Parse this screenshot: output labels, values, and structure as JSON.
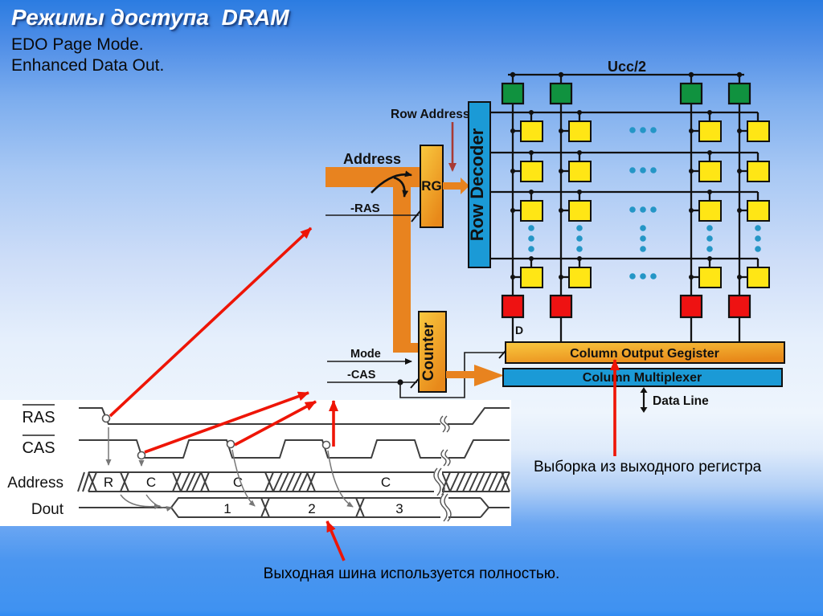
{
  "slide": {
    "title": "Режимы доступа  DRAM",
    "subtitle_line1": "EDO Page Mode.",
    "subtitle_line2": "Enhanced Data Out."
  },
  "diagram": {
    "row_address_label": "Row Address",
    "address_label": "Address",
    "ras_label": "-RAS",
    "rg_label": "RG",
    "row_decoder_label": "Row Decoder",
    "ucc_label": "Ucc/2",
    "mode_label": "Mode",
    "cas_label": "-CAS",
    "counter_label": "Counter",
    "d_label": "D",
    "column_output_register_label": "Column Output Gegister",
    "column_multiplexer_label": "Column Multiplexer",
    "data_line_label": "Data Line"
  },
  "timing": {
    "signals": [
      "RAS",
      "CAS",
      "Address",
      "Dout"
    ],
    "address_values": [
      "R",
      "C",
      "C",
      "C"
    ],
    "dout_values": [
      "1",
      "2",
      "3"
    ]
  },
  "annotations": {
    "output_register_note": "Выборка из выходного регистра",
    "output_bus_note": "Выходная шина используется полностью."
  },
  "colors": {
    "arrow_red": "#ee1506",
    "arrow_dark_red": "#a83a34",
    "orange": "#e8831f",
    "blue_box": "#1b9ad6",
    "cell_yellow": "#ffe615",
    "cell_green": "#10923f",
    "cell_red": "#ee1212",
    "dot_teal": "#2496c6",
    "background_top": "#2b7ce1",
    "background_middle": "#eef5fd",
    "background_bottom": "#3f92f1"
  }
}
